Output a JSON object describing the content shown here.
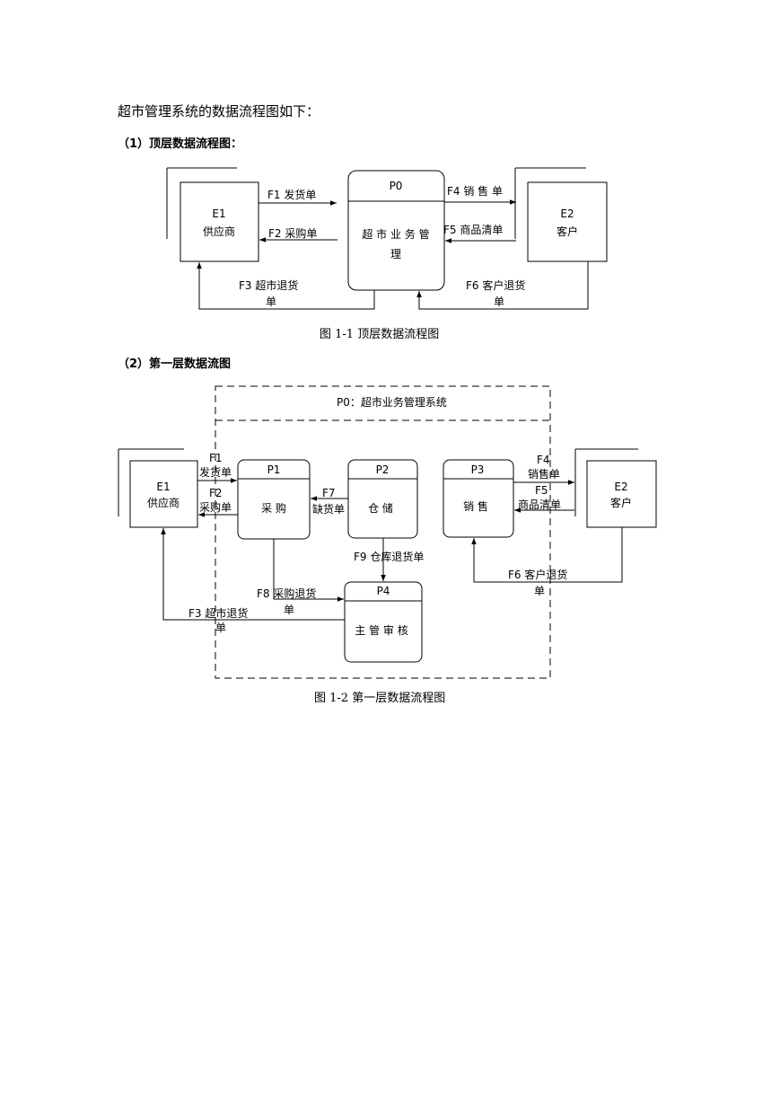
{
  "intro": "超市管理系统的数据流程图如下：",
  "section1": "（1）顶层数据流程图：",
  "section2": "（2）第一层数据流图",
  "caption1": "图 1-1  顶层数据流程图",
  "caption2": "图 1-2  第一层数据流程图",
  "d1": {
    "e1_id": "E1",
    "e1_name": "供应商",
    "e2_id": "E2",
    "e2_name": "客户",
    "p0_id": "P0",
    "p0_name_1": "超 市 业 务 管",
    "p0_name_2": "理",
    "f1": "F1 发货单",
    "f2": "F2 采购单",
    "f3_1": "F3 超市退货",
    "f3_2": "单",
    "f4": "F4 销 售 单",
    "f5": "F5 商品清单",
    "f6_1": "F6 客户退货",
    "f6_2": "单"
  },
  "d2": {
    "boundary": "P0：超市业务管理系统",
    "e1_id": "E1",
    "e1_name": "供应商",
    "e2_id": "E2",
    "e2_name": "客户",
    "p1_id": "P1",
    "p1_name": "采 购",
    "p2_id": "P2",
    "p2_name": "仓 储",
    "p3_id": "P3",
    "p3_name": "销 售",
    "p4_id": "P4",
    "p4_name": "主 管 审 核",
    "f1_1": "F1",
    "f1_2": "发货单",
    "f2_1": "F2",
    "f2_2": "采购单",
    "f3_1": "F3 超市退货",
    "f3_2": "单",
    "f4_1": "F4",
    "f4_2": "销售单",
    "f5_1": "F5",
    "f5_2": "商品清单",
    "f6_1": "F6 客户退货",
    "f6_2": "单",
    "f7_1": "F7",
    "f7_2": "缺货单",
    "f8_1": "F8 采购退货",
    "f8_2": "单",
    "f9": "F9 仓库退货单"
  }
}
